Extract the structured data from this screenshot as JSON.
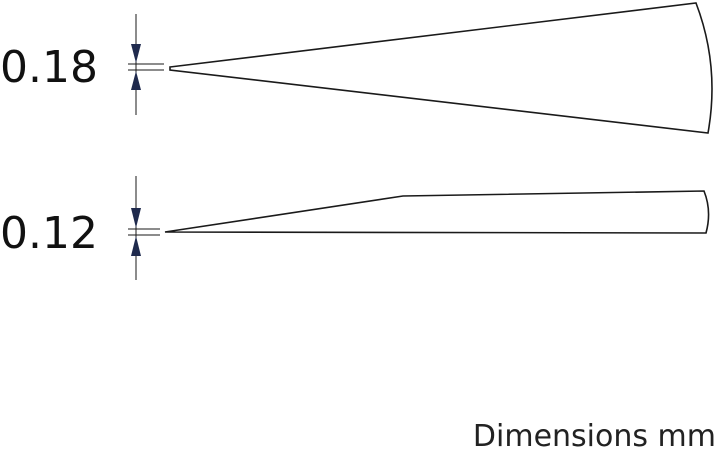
{
  "dimensions": [
    {
      "value": "0.18"
    },
    {
      "value": "0.12"
    }
  ],
  "footer": {
    "units_label": "Dimensions mm"
  },
  "colors": {
    "line": "#1a1a1a",
    "arrow": "#1f2a4d",
    "background": "#ffffff"
  }
}
